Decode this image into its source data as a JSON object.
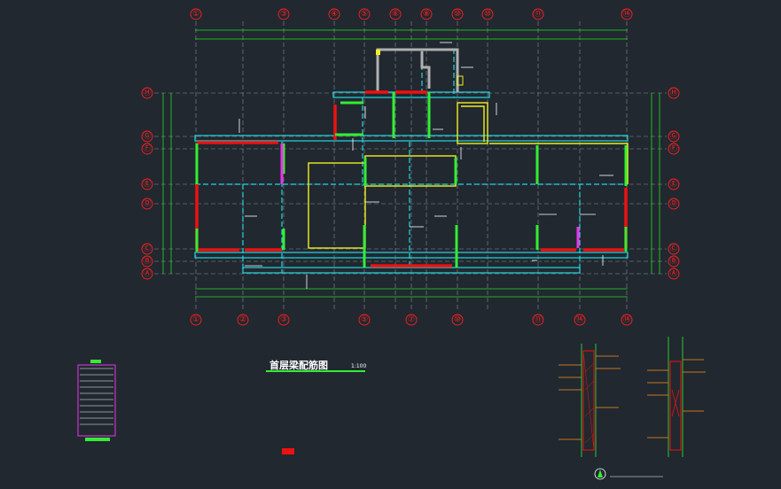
{
  "drawing": {
    "title": "首层梁配筋图",
    "scale": "1:100",
    "background": "#212830"
  },
  "axes": {
    "top": [
      "①",
      "③",
      "④",
      "⑤",
      "⑥",
      "⑧",
      "⑩",
      "⑩",
      "⑪",
      "⑭"
    ],
    "bottom": [
      "①",
      "②",
      "③",
      "⑤",
      "⑦",
      "⑩",
      "⑪",
      "⑭",
      "⑭"
    ],
    "left": [
      "Ⓗ",
      "Ⓖ",
      "Ⓕ",
      "Ⓔ",
      "Ⓓ",
      "Ⓒ",
      "Ⓑ",
      "Ⓐ"
    ],
    "right": [
      "Ⓗ",
      "Ⓖ",
      "Ⓕ",
      "Ⓔ",
      "Ⓓ",
      "Ⓒ",
      "Ⓑ",
      "Ⓐ"
    ]
  },
  "colors": {
    "axis_bubble": "#ff2020",
    "grid": "#8a8f96",
    "dimension": "#22dd22",
    "beam_cyan": "#20d8e0",
    "beam_yellow": "#f0f020",
    "wall_red": "#ee1111",
    "column_green": "#33ee33",
    "magenta": "#ee33ee",
    "gray_wall": "#b0b0b0",
    "detail_orange": "#ff8c1a"
  }
}
